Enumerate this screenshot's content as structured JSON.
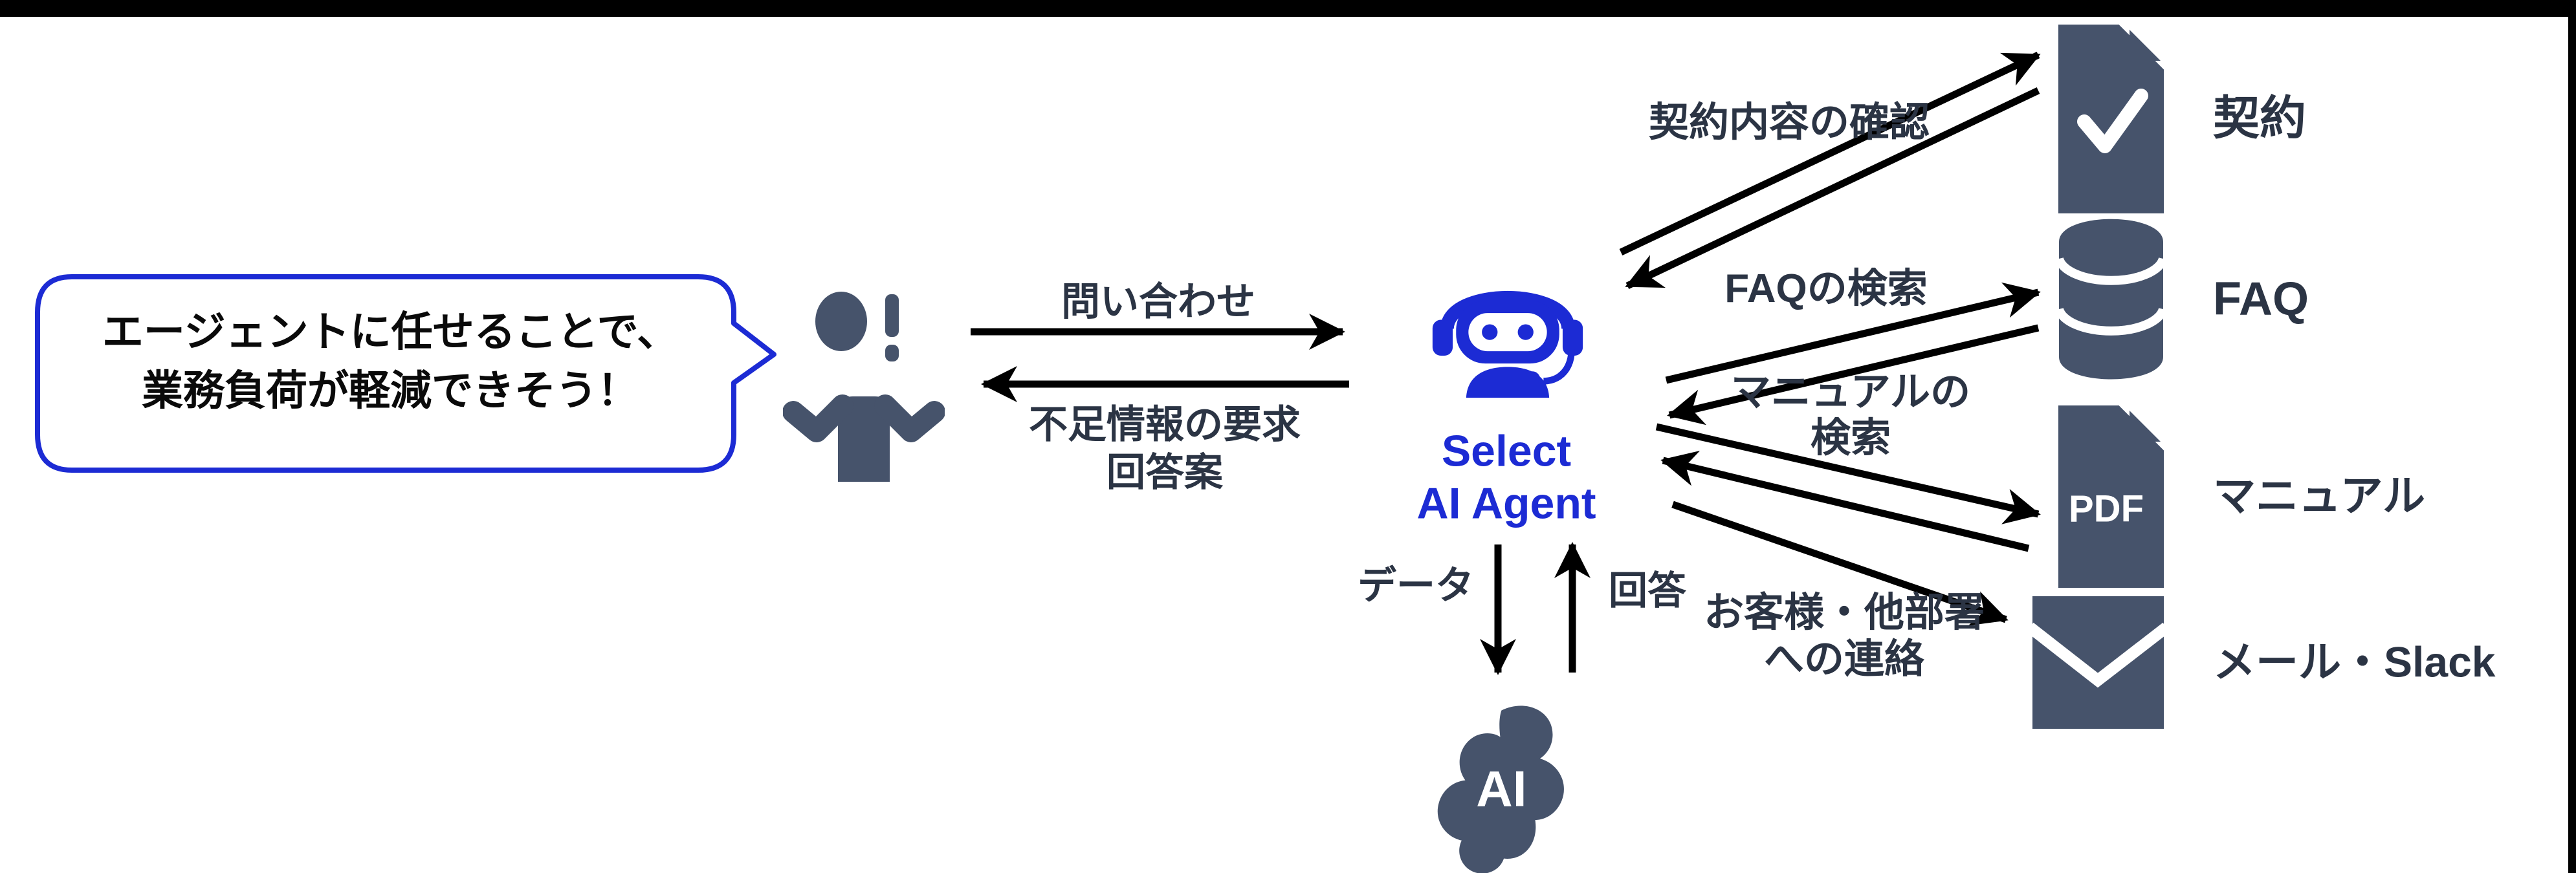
{
  "bubble": {
    "line1": "エージェントに任せることで、",
    "line2": "業務負荷が軽減できそう！"
  },
  "person_agent": {
    "inquiry": "問い合わせ",
    "response_line1": "不足情報の要求",
    "response_line2": "回答案"
  },
  "agent": {
    "name_line1": "Select",
    "name_line2": "AI Agent"
  },
  "ai_engine": {
    "badge": "AI",
    "data_label": "データ",
    "answer_label": "回答"
  },
  "actions": {
    "contract_check": "契約内容の確認",
    "faq_search": "FAQの検索",
    "manual_search_line1": "マニュアルの",
    "manual_search_line2": "検索",
    "contact_line1": "お客様・他部署",
    "contact_line2": "への連絡"
  },
  "resources": [
    {
      "id": "contract",
      "label": "契約"
    },
    {
      "id": "faq",
      "label": "FAQ"
    },
    {
      "id": "manual",
      "label": "マニュアル",
      "badge": "PDF"
    },
    {
      "id": "mail-slack",
      "label": "メール・Slack"
    }
  ],
  "colors": {
    "accent_blue": "#1c2bd4",
    "icon_slate": "#46536b",
    "label_dark": "#2b3444",
    "arrow_black": "#000000",
    "frame_black": "#000000"
  }
}
